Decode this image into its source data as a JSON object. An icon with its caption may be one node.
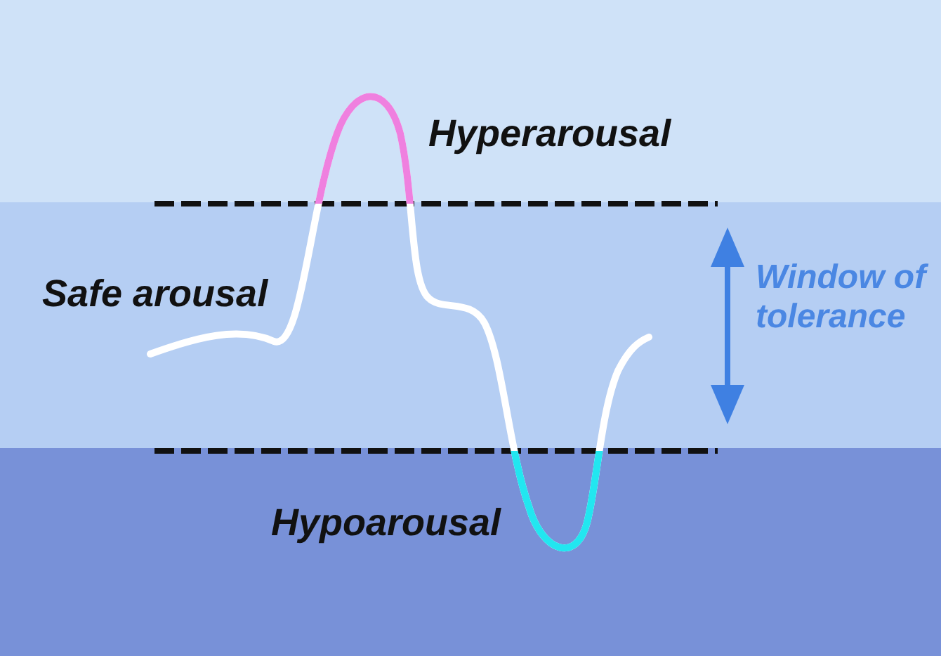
{
  "diagram": {
    "nodes": [
      {
        "text": [
          "Hyperarousal"
        ]
      },
      {
        "text": [
          "Safe arousal",
          "Window of tolerance"
        ]
      },
      {
        "text": [
          "Hypoarousal"
        ]
      }
    ]
  }
}
